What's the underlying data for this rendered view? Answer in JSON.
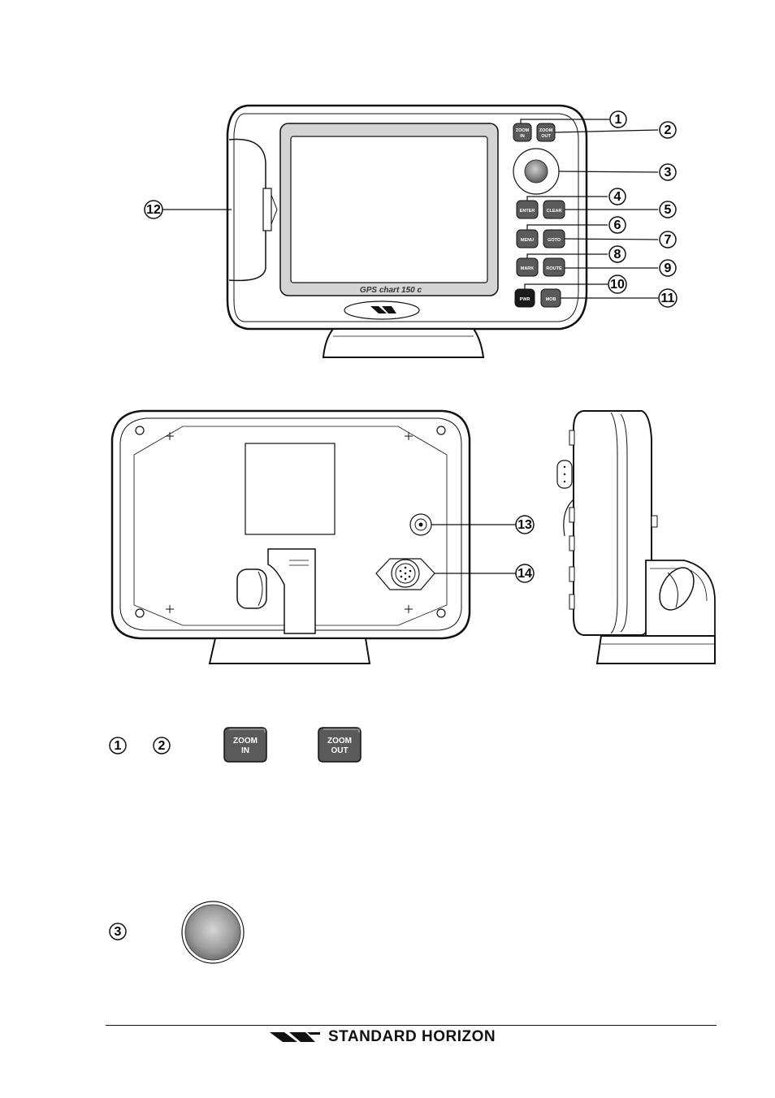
{
  "front_view": {
    "screen_label": "GPS chart 150 c",
    "keys": {
      "zoom_in": [
        "ZOOM",
        "IN"
      ],
      "zoom_out": [
        "ZOOM",
        "OUT"
      ],
      "enter": "ENTER",
      "clear": "CLEAR",
      "menu": "MENU",
      "goto": "GOTO",
      "mark": "MARK",
      "route": "ROUTE",
      "pwr": "PWR",
      "mob": "MOB"
    },
    "callouts": [
      "1",
      "2",
      "3",
      "4",
      "5",
      "6",
      "7",
      "8",
      "9",
      "10",
      "11",
      "12"
    ]
  },
  "rear_view": {
    "callouts": [
      "13",
      "14"
    ]
  },
  "key_detail": {
    "row1_callouts": [
      "1",
      "2"
    ],
    "zoom_in": [
      "ZOOM",
      "IN"
    ],
    "zoom_out": [
      "ZOOM",
      "OUT"
    ],
    "row2_callout": "3"
  },
  "footer": {
    "brand": "STANDARD HORIZON"
  },
  "colors": {
    "ink": "#111111",
    "key_fill": "#5a5a5a",
    "key_dark": "#1a1a1a",
    "screen_border": "#cfcfcf"
  }
}
